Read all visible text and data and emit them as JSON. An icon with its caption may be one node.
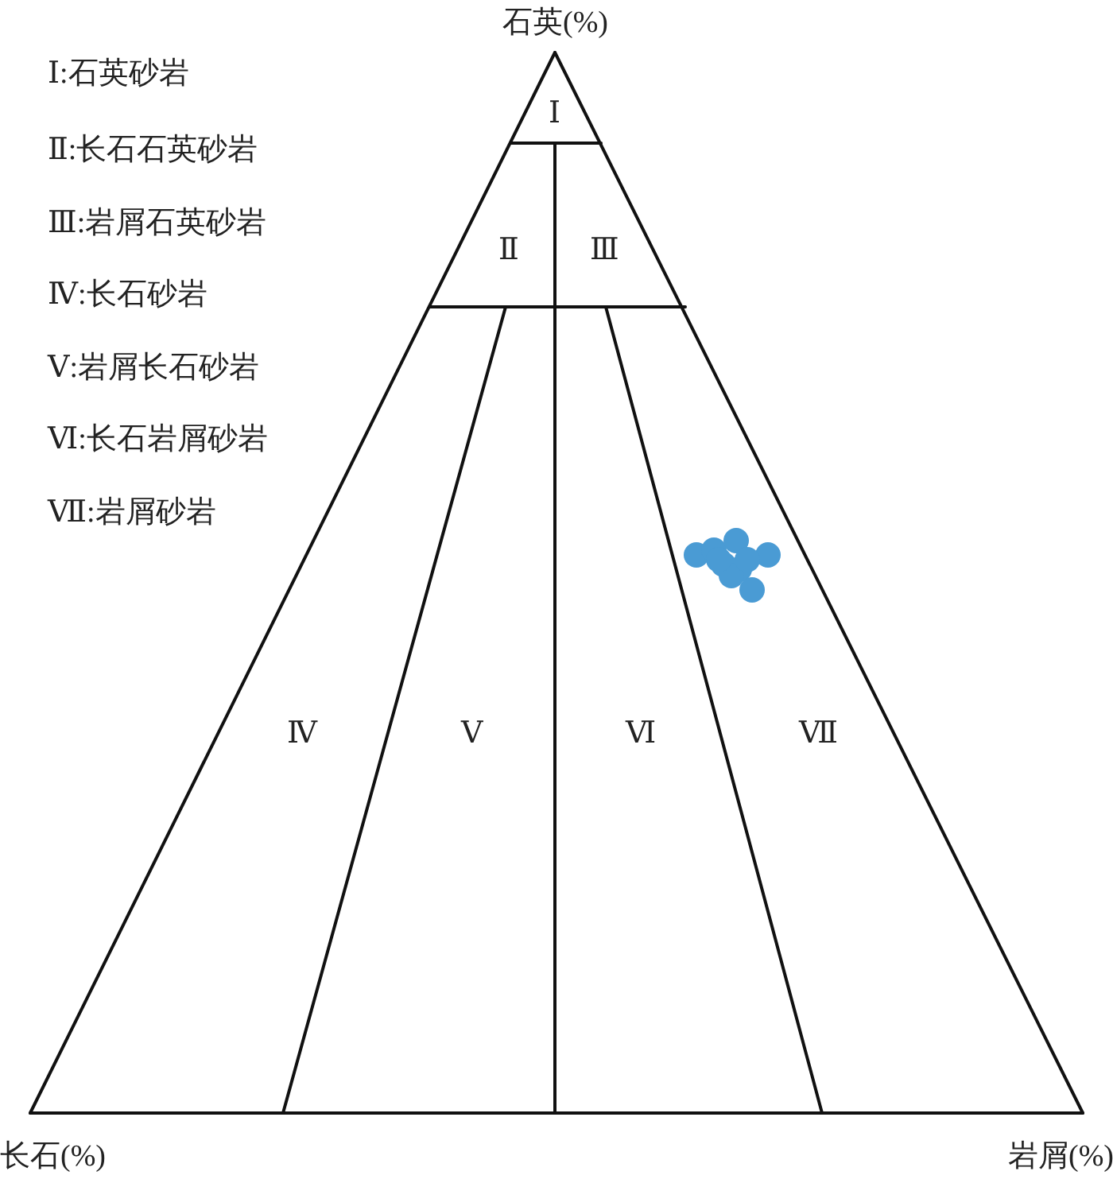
{
  "diagram": {
    "labels": [
      "石英(%)",
      "Ⅰ:石英砂岩",
      "Ⅱ:长石石英砂岩",
      "Ⅲ:岩屑石英砂岩",
      "Ⅳ:长石砂岩",
      "Ⅴ:岩屑长石砂岩",
      "Ⅵ:长石岩屑砂岩",
      "Ⅶ:岩屑砂岩",
      "Ⅰ",
      "Ⅱ",
      "Ⅲ",
      "Ⅳ",
      "Ⅴ",
      "Ⅵ",
      "Ⅶ",
      "长石(%)",
      "岩屑(%)"
    ]
  }
}
